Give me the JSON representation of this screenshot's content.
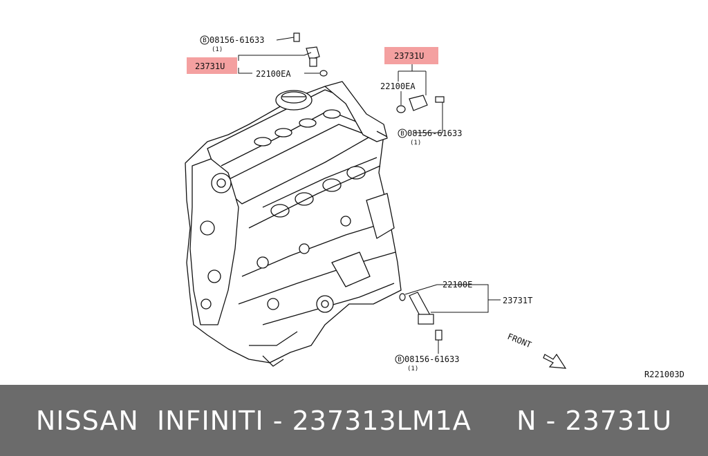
{
  "colors": {
    "highlight": "#f4a0a0",
    "banner_bg": "#6b6b6b",
    "banner_text": "#ffffff",
    "line": "#111111"
  },
  "callouts": {
    "top_left": {
      "bolt_code": "08156-61633",
      "bolt_qty": "(1)",
      "part": "23731U",
      "oring": "22100EA"
    },
    "top_right": {
      "part": "23731U",
      "oring": "22100EA",
      "bolt_code": "08156-61633",
      "bolt_qty": "(1)"
    },
    "bottom": {
      "oring": "22100E",
      "part": "23731T",
      "bolt_code": "08156-61633",
      "bolt_qty": "(1)"
    },
    "bolt_prefix": "B"
  },
  "front_label": "FRONT",
  "diagram_ref": "R221003D",
  "banner": "NISSAN  INFINITI - 237313LM1A     N - 23731U"
}
